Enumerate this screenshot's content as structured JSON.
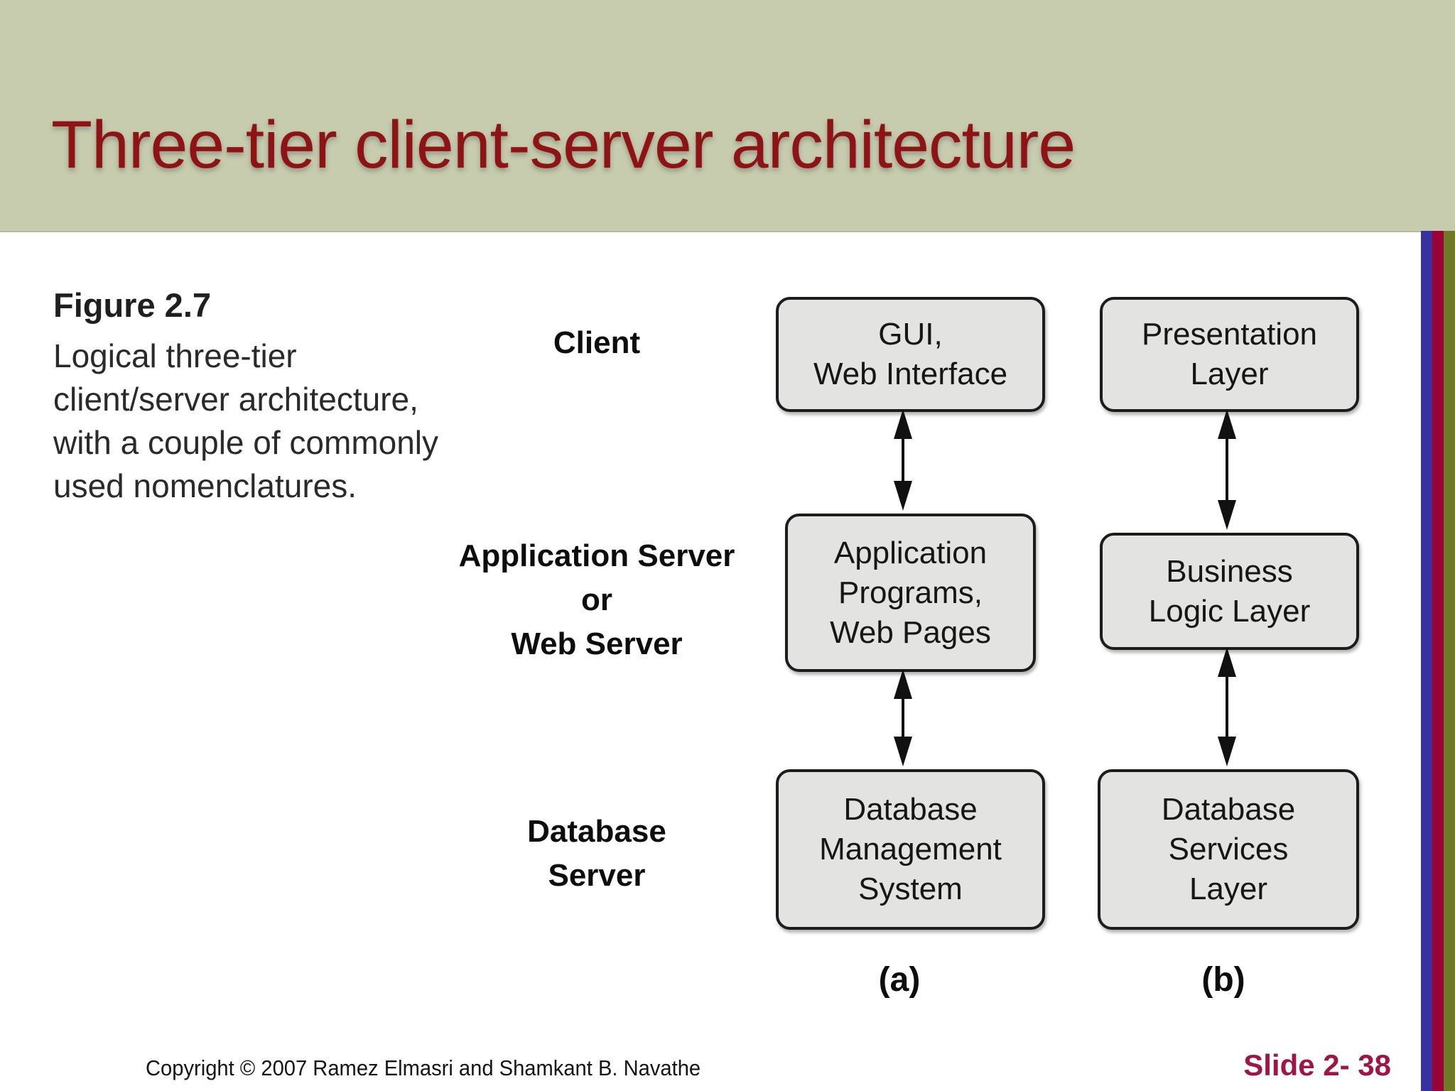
{
  "slide": {
    "title": "Three-tier client-server architecture",
    "footer": {
      "copyright": "Copyright © 2007 Ramez Elmasri and Shamkant B. Navathe",
      "slide_number": "Slide 2- 38"
    }
  },
  "figure": {
    "caption": {
      "heading": "Figure 2.7",
      "lines": [
        "Logical three-tier",
        "client/server architecture,",
        "with a couple of commonly",
        "used nomenclatures."
      ]
    },
    "rows": [
      {
        "label_lines": [
          "Client"
        ],
        "a_lines": [
          "GUI,",
          "Web Interface"
        ],
        "b_lines": [
          "Presentation",
          "Layer"
        ]
      },
      {
        "label_lines": [
          "Application Server",
          "or",
          "Web Server"
        ],
        "a_lines": [
          "Application",
          "Programs,",
          "Web Pages"
        ],
        "b_lines": [
          "Business",
          "Logic Layer"
        ]
      },
      {
        "label_lines": [
          "Database",
          "Server"
        ],
        "a_lines": [
          "Database",
          "Management",
          "System"
        ],
        "b_lines": [
          "Database",
          "Services",
          "Layer"
        ]
      }
    ],
    "column_labels": {
      "a": "(a)",
      "b": "(b)"
    }
  },
  "colors": {
    "header_band": "#C8CCAE",
    "title_red": "#8E1315",
    "box_fill": "#E3E3E1",
    "box_border": "#1C1C1C",
    "stripe_blue": "#3632A0",
    "stripe_crimson": "#9A0238",
    "stripe_olive": "#6E7929",
    "slide_number_red": "#A01543"
  }
}
